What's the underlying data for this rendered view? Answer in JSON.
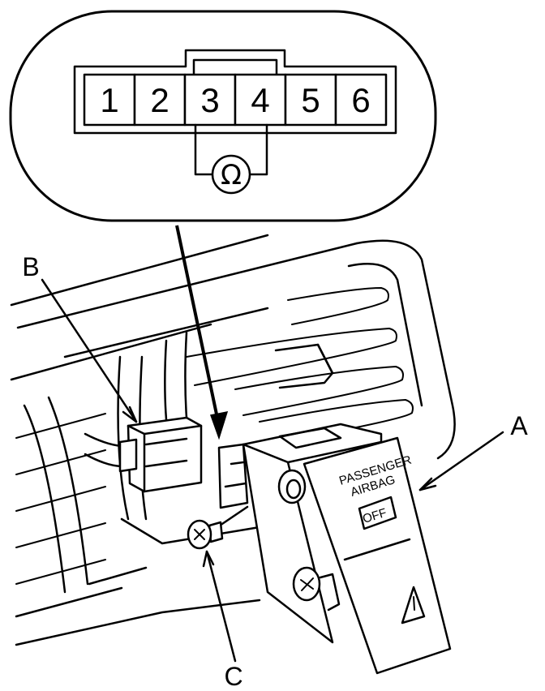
{
  "connector": {
    "pins": [
      "1",
      "2",
      "3",
      "4",
      "5",
      "6"
    ],
    "meter_symbol": "Ω"
  },
  "switch": {
    "label_line1": "PASSENGER",
    "label_line2": "AIRBAG",
    "indicator": "OFF"
  },
  "callouts": {
    "a": "A",
    "b": "B",
    "c": "C"
  }
}
